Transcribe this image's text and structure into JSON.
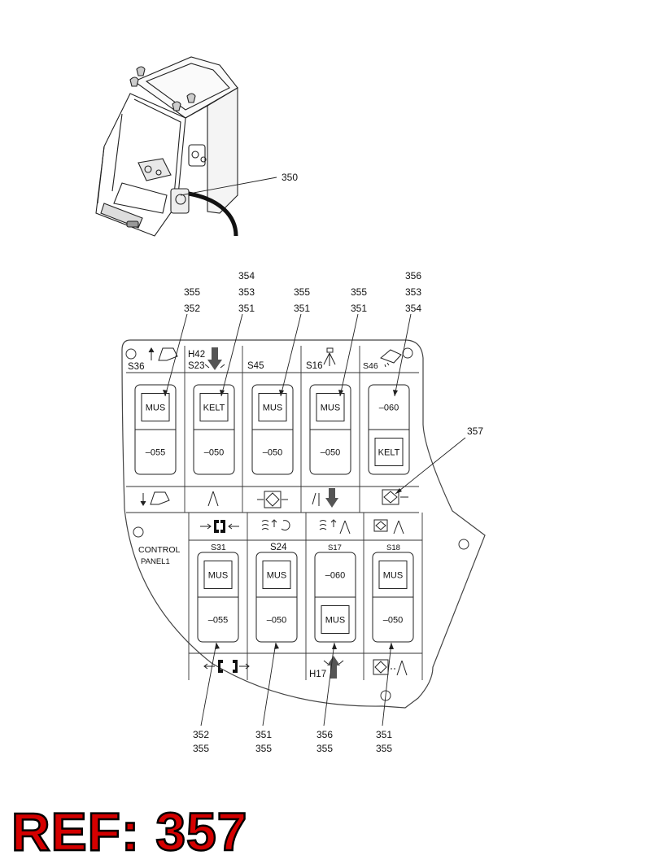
{
  "overview": {
    "callout": "350"
  },
  "panel": {
    "name_line1": "CONTROL",
    "name_line2": "PANEL1",
    "top_headers": [
      {
        "id": "S36",
        "label": "S36",
        "upper_label": ""
      },
      {
        "id": "S23",
        "label": "S23",
        "upper_label": "H42"
      },
      {
        "id": "S45",
        "label": "S45",
        "upper_label": ""
      },
      {
        "id": "S16",
        "label": "S16",
        "upper_label": ""
      },
      {
        "id": "S46",
        "label": "S46",
        "upper_label": ""
      }
    ],
    "top_switches": [
      {
        "upper": "MUS",
        "lower": "–055",
        "boxed": "upper"
      },
      {
        "upper": "KELT",
        "lower": "–050",
        "boxed": "upper"
      },
      {
        "upper": "MUS",
        "lower": "–050",
        "boxed": "upper"
      },
      {
        "upper": "MUS",
        "lower": "–050",
        "boxed": "upper"
      },
      {
        "upper": "–060",
        "lower": "KELT",
        "boxed": "lower"
      }
    ],
    "bottom_headers": [
      {
        "id": "S31",
        "label": "S31"
      },
      {
        "id": "S24",
        "label": "S24"
      },
      {
        "id": "S17",
        "label": "S17"
      },
      {
        "id": "S18",
        "label": "S18"
      }
    ],
    "bottom_switches": [
      {
        "upper": "MUS",
        "lower": "–055",
        "boxed": "upper"
      },
      {
        "upper": "MUS",
        "lower": "–050",
        "boxed": "upper"
      },
      {
        "upper": "–060",
        "lower": "MUS",
        "boxed": "lower"
      },
      {
        "upper": "MUS",
        "lower": "–050",
        "boxed": "upper"
      }
    ],
    "lamp_label": "H17"
  },
  "callouts": {
    "top": [
      [
        "355",
        "352"
      ],
      [
        "354",
        "353",
        "351"
      ],
      [
        "355",
        "351"
      ],
      [
        "355",
        "351"
      ],
      [
        "356",
        "353",
        "354"
      ]
    ],
    "side": "357",
    "bottom": [
      [
        "352",
        "355"
      ],
      [
        "351",
        "355"
      ],
      [
        "356",
        "355"
      ],
      [
        "351",
        "355"
      ]
    ]
  },
  "reference": {
    "label": "REF: 357"
  }
}
